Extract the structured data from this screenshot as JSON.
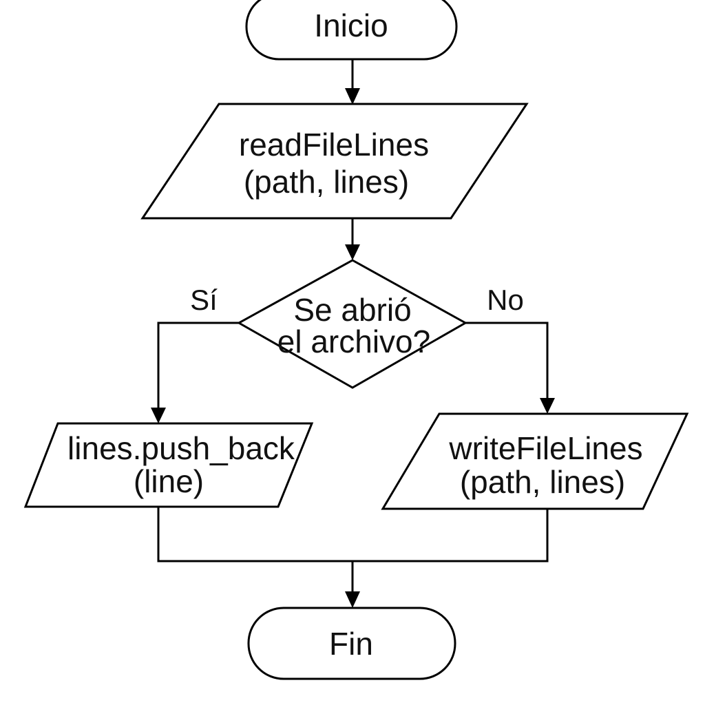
{
  "diagram": {
    "start": {
      "label": "Inicio"
    },
    "read": {
      "line1": "readFileLines",
      "line2": "(path, lines)"
    },
    "decision": {
      "line1": "Se abrió",
      "line2": "el archivo?"
    },
    "yes_label": "Sí",
    "no_label": "No",
    "push": {
      "line1": "lines.push_back",
      "line2": "(line)"
    },
    "write": {
      "line1": "writeFileLines",
      "line2": "(path, lines)"
    },
    "end": {
      "label": "Fin"
    }
  }
}
